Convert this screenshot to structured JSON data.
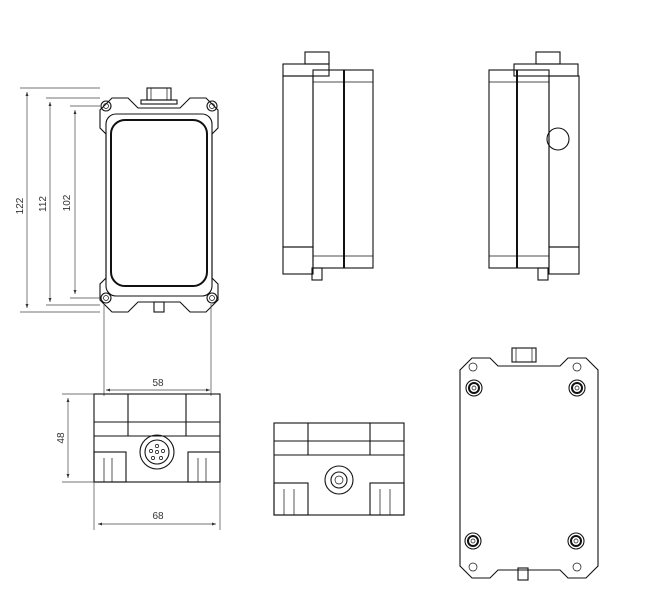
{
  "dimensions": {
    "height_outer": "122",
    "height_mid": "112",
    "height_inner": "102",
    "width_hole_spacing": "58",
    "width_overall": "68",
    "depth": "48"
  }
}
